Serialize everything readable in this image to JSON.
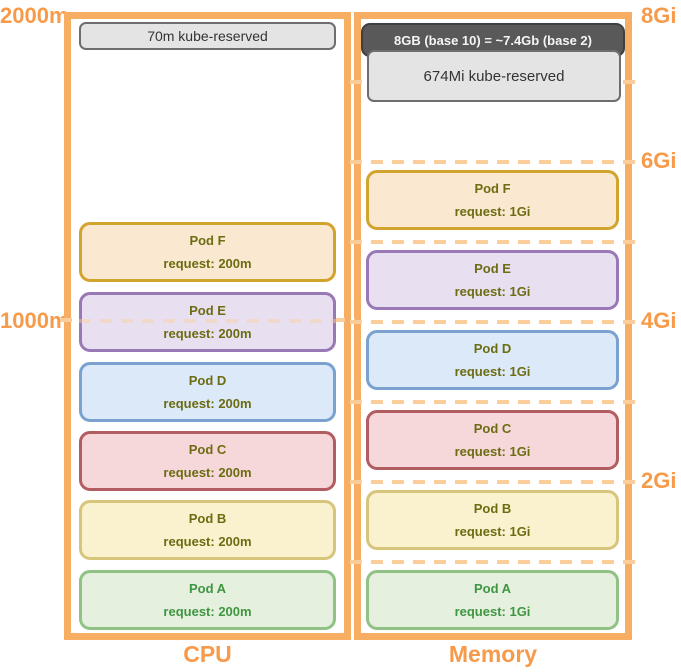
{
  "palette": {
    "accent_label_orange": "#F79A4A",
    "column_border_orange": "#F7AE63",
    "gridline_dash_orange": "#FBCD9B",
    "pod_f": {
      "fill": "#FBE8D0",
      "border": "#D2A42E",
      "text": "#6C6C12"
    },
    "pod_e": {
      "fill": "#E8E0F1",
      "border": "#9879B6",
      "text": "#6C6C12"
    },
    "pod_d": {
      "fill": "#DCE9F8",
      "border": "#7AA1CF",
      "text": "#6C6C12"
    },
    "pod_c": {
      "fill": "#F6D8DB",
      "border": "#B25D62",
      "text": "#6C6C12"
    },
    "pod_b": {
      "fill": "#FAF2CE",
      "border": "#D8C57C",
      "text": "#6C6C12"
    },
    "pod_a": {
      "fill": "#E5F0DF",
      "border": "#92C185",
      "text": "#3F9641"
    },
    "reserved_fill": "#E4E4E4",
    "conversion_fill": "#595959"
  },
  "left_axis": {
    "top_label": "2000m",
    "mid_label": "1000m"
  },
  "right_axis": {
    "labels": [
      "8Gi",
      "6Gi",
      "4Gi",
      "2Gi"
    ]
  },
  "cpu_column": {
    "caption": "CPU",
    "reserved_box": "70m kube-reserved",
    "pods": [
      {
        "name": "Pod F",
        "request": "request: 200m"
      },
      {
        "name": "Pod E",
        "request": "request: 200m"
      },
      {
        "name": "Pod D",
        "request": "request: 200m"
      },
      {
        "name": "Pod C",
        "request": "request: 200m"
      },
      {
        "name": "Pod B",
        "request": "request: 200m"
      },
      {
        "name": "Pod A",
        "request": "request: 200m"
      }
    ]
  },
  "memory_column": {
    "caption": "Memory",
    "conversion_box": "8GB (base 10) = ~7.4Gb (base 2)",
    "reserved_box": "674Mi kube-reserved",
    "pods": [
      {
        "name": "Pod F",
        "request": "request: 1Gi"
      },
      {
        "name": "Pod E",
        "request": "request: 1Gi"
      },
      {
        "name": "Pod D",
        "request": "request: 1Gi"
      },
      {
        "name": "Pod C",
        "request": "request: 1Gi"
      },
      {
        "name": "Pod B",
        "request": "request: 1Gi"
      },
      {
        "name": "Pod A",
        "request": "request: 1Gi"
      }
    ]
  }
}
